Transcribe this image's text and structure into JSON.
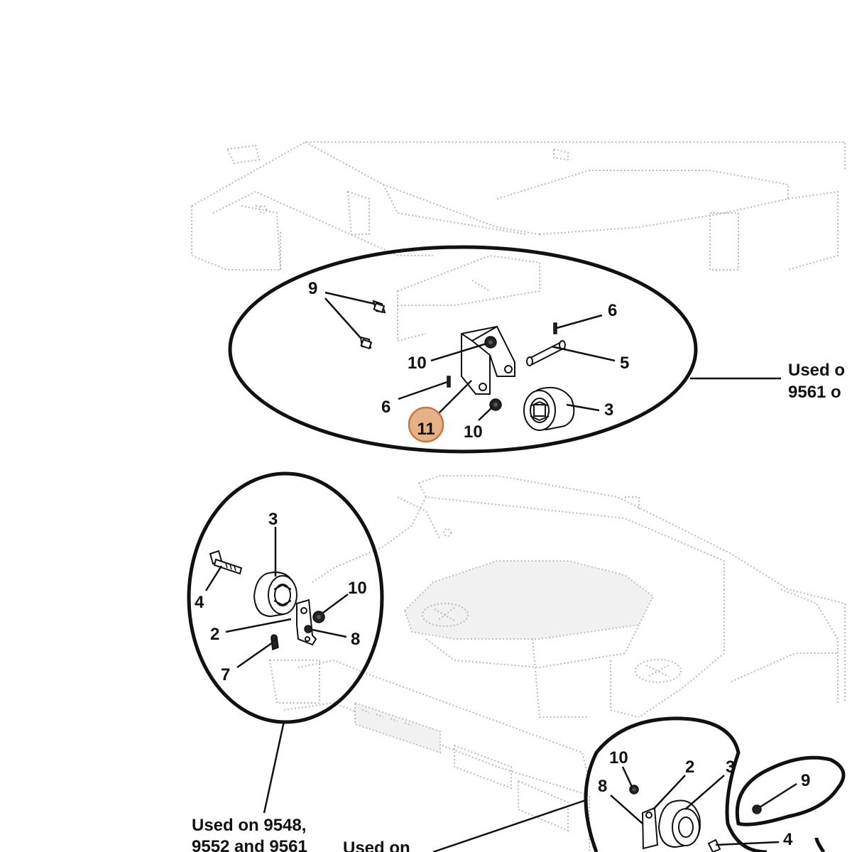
{
  "callouts": {
    "top": {
      "n9": "9",
      "n6a": "6",
      "n10a": "10",
      "n5": "5",
      "n6b": "6",
      "n11": "11",
      "n10b": "10",
      "n3": "3"
    },
    "left": {
      "n3": "3",
      "n4": "4",
      "n10": "10",
      "n2": "2",
      "n8": "8",
      "n7": "7"
    },
    "bottom": {
      "n10": "10",
      "n2": "2",
      "n3": "3",
      "n8": "8",
      "n9": "9",
      "n4": "4"
    }
  },
  "notes": {
    "top_line1": "Used o",
    "top_line2": "9561 o",
    "left_line1": "Used on 9548,",
    "left_line2": "9552 and 9561",
    "bottom": "Used on"
  },
  "highlight": {
    "label": "11",
    "color": "#e3a97a",
    "stroke": "#c8763f"
  }
}
